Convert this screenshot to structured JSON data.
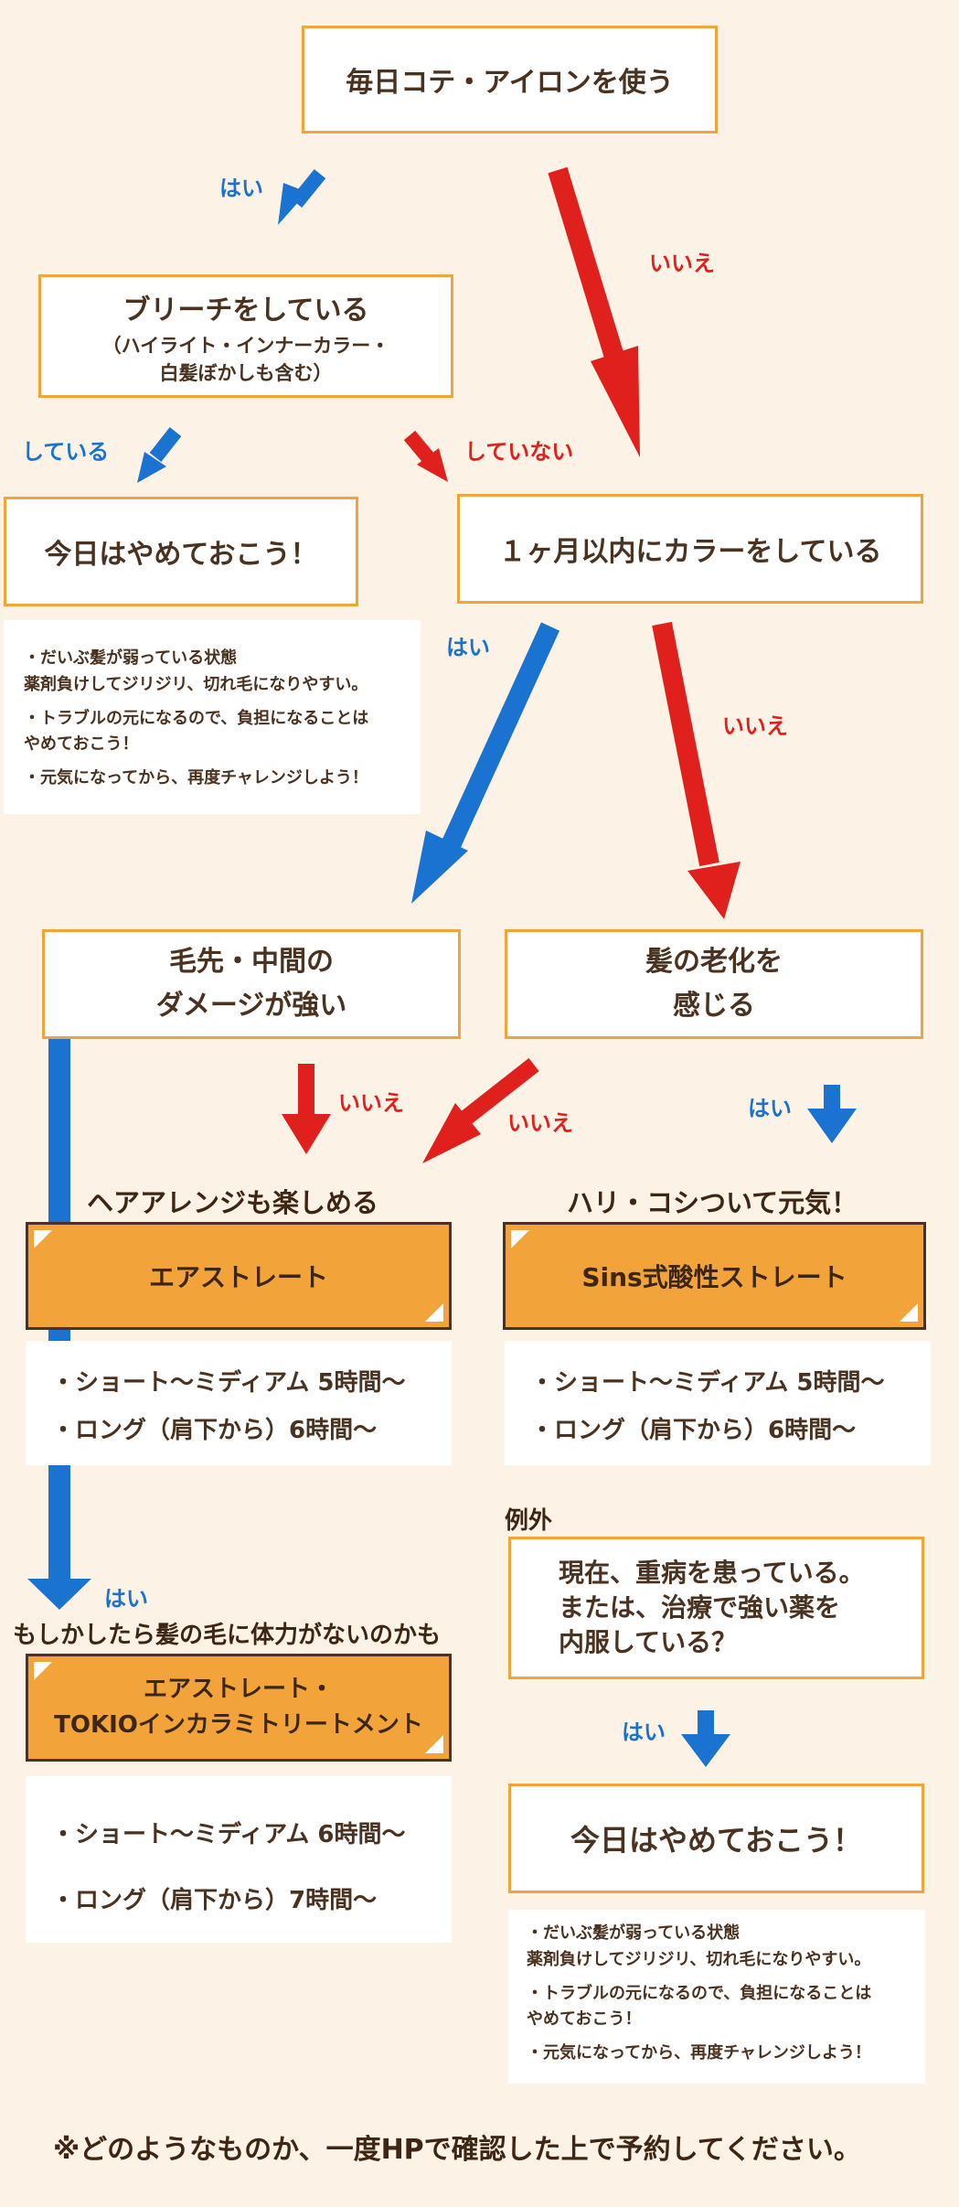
{
  "colors": {
    "blue": "#1a73d1",
    "red": "#e0201d",
    "orange": "#f2a43b",
    "border": "#f0a43a",
    "text": "#4a3220",
    "background": "#fdf2e6"
  },
  "q1": "毎日コテ・アイロンを使う",
  "q2": {
    "line1": "ブリーチをしている",
    "line2": "（ハイライト・インナーカラー・",
    "line3": "白髪ぼかしも含む）"
  },
  "q3": "１ヶ月以内にカラーをしている",
  "stop1": "今日はやめておこう！",
  "stop_notes": [
    "・だいぶ髪が弱っている状態",
    "薬剤負けしてジリジリ、切れ毛になりやすい。",
    "・トラブルの元になるので、負担になることは",
    "やめておこう！",
    "・元気になってから、再度チャレンジしよう！"
  ],
  "damage": {
    "line1": "毛先・中間の",
    "line2": "ダメージが強い"
  },
  "aging": {
    "line1": "髪の老化を",
    "line2": "感じる"
  },
  "labels": {
    "yes": "はい",
    "no": "いいえ",
    "doing": "している",
    "not_doing": "していない",
    "arrange": "ヘアアレンジも楽しめる",
    "hari": "ハリ・コシついて元気！",
    "maybe": "もしかしたら髪の毛に体力がないのかも",
    "exception": "例外"
  },
  "air": "エアストレート",
  "sins": "Sins式酸性ストレート",
  "air_times": [
    "・ショート〜ミディアム 5時間〜",
    "・ロング（肩下から）6時間〜"
  ],
  "sins_times": [
    "・ショート〜ミディアム 5時間〜",
    "・ロング（肩下から）6時間〜"
  ],
  "combo": {
    "line1": "エアストレート・",
    "line2": "TOKIOインカラミトリートメント"
  },
  "combo_times": [
    "・ショート〜ミディアム 6時間〜",
    "・ロング（肩下から）7時間〜"
  ],
  "illness": {
    "line1": "現在、重病を患っている。",
    "line2": "または、治療で強い薬を",
    "line3": "内服している？"
  },
  "stop2": "今日はやめておこう！",
  "footer": "※どのようなものか、一度HPで確認した上で予約してください。"
}
